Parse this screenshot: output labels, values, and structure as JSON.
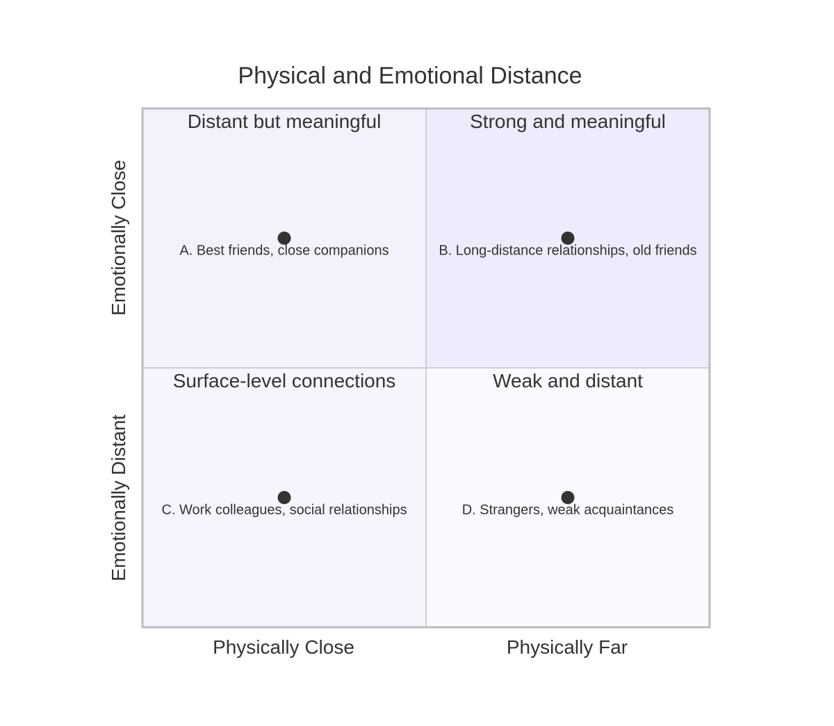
{
  "chart_data": {
    "type": "scatter",
    "title": "Physical and Emotional Distance",
    "x_axis": {
      "low_label": "Physically Close",
      "high_label": "Physically Far",
      "range": [
        0,
        1
      ]
    },
    "y_axis": {
      "low_label": "Emotionally Distant",
      "high_label": "Emotionally Close",
      "range": [
        0,
        1
      ]
    },
    "quadrants": [
      {
        "position": "top-left",
        "label": "Distant but meaningful",
        "fill": "#f2f2fd"
      },
      {
        "position": "top-right",
        "label": "Strong and meaningful",
        "fill": "#ececfc"
      },
      {
        "position": "bottom-left",
        "label": "Surface-level connections",
        "fill": "#f5f5fd"
      },
      {
        "position": "bottom-right",
        "label": "Weak and distant",
        "fill": "#fafafe"
      }
    ],
    "points": [
      {
        "label": "A. Best friends, close companions",
        "x": 0.25,
        "y": 0.75
      },
      {
        "label": "B. Long-distance relationships, old friends",
        "x": 0.75,
        "y": 0.75
      },
      {
        "label": "C. Work colleagues, social relationships",
        "x": 0.25,
        "y": 0.25
      },
      {
        "label": "D. Strangers, weak acquaintances",
        "x": 0.75,
        "y": 0.25
      }
    ],
    "colors": {
      "point": "#333333",
      "text": "#333333",
      "border": "#bbbbbb",
      "divider": "#c4c4c8"
    },
    "grid": false
  }
}
